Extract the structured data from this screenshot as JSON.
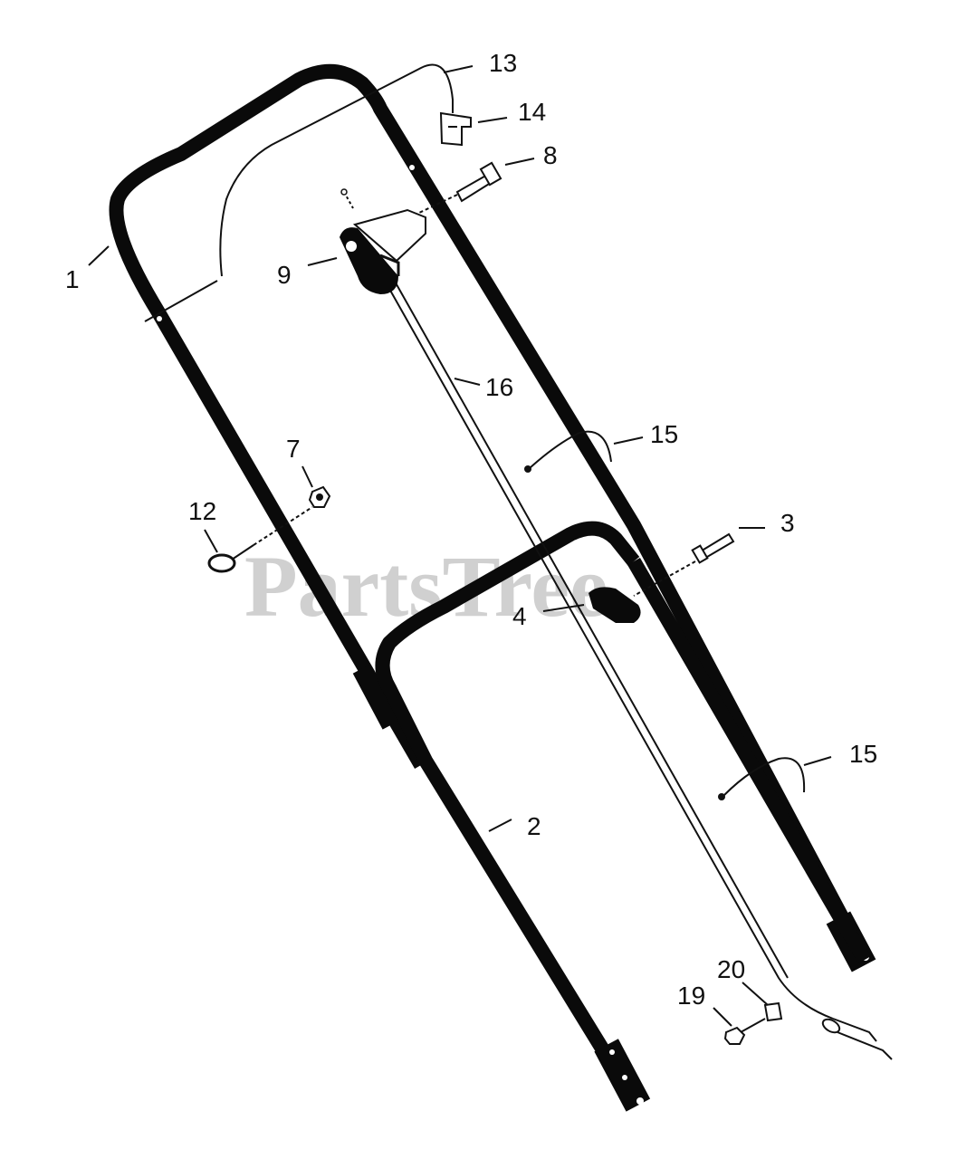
{
  "watermark": "PartsTree",
  "callouts": {
    "c1": "1",
    "c2": "2",
    "c3": "3",
    "c4": "4",
    "c7": "7",
    "c8": "8",
    "c9": "9",
    "c12": "12",
    "c13": "13",
    "c14": "14",
    "c15a": "15",
    "c15b": "15",
    "c16": "16",
    "c19": "19",
    "c20": "20"
  },
  "colors": {
    "line": "#0a0a0a",
    "watermark": "#d0d0d0",
    "background": "#ffffff"
  }
}
